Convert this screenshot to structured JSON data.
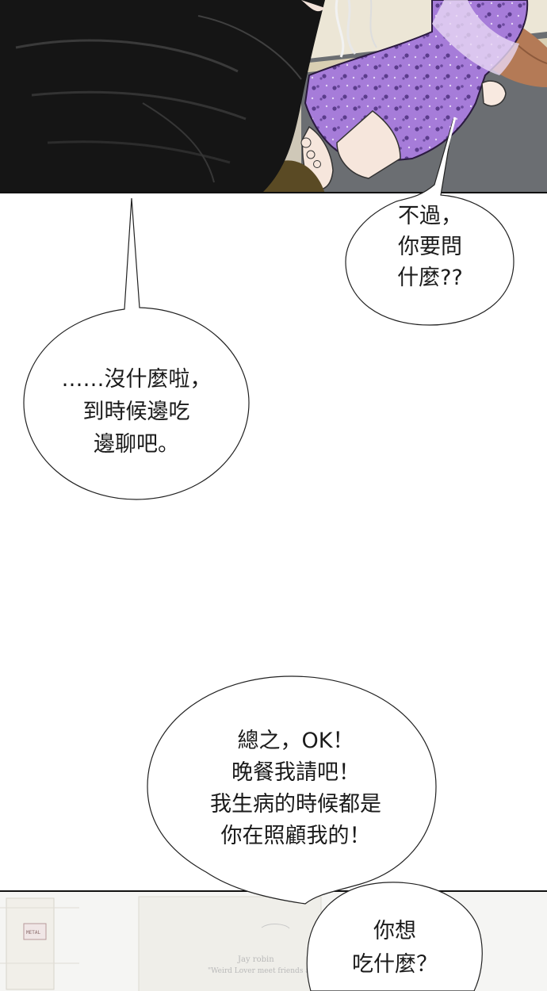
{
  "bubbles": [
    {
      "id": "bubble-1",
      "lines": [
        "不過，",
        "你要問",
        "什麼??"
      ]
    },
    {
      "id": "bubble-2",
      "lines": [
        "……沒什麼啦，",
        "到時候邊吃",
        "邊聊吧。"
      ]
    },
    {
      "id": "bubble-3",
      "lines": [
        "總之，OK！",
        "晚餐我請吧！",
        "我生病的時候都是",
        "你在照顧我的！"
      ]
    },
    {
      "id": "bubble-4",
      "lines": [
        "你想",
        "吃什麼？"
      ]
    }
  ],
  "background_signage": {
    "line1": "Jay robin",
    "line2": "\"Weird Lover meet friends at\"",
    "sign": "METAL"
  },
  "colors": {
    "dress": "#a57bd8",
    "dress_dots": "#5a3a8a",
    "jacket": "#151515",
    "floor": "#6a6d70",
    "skin": "#f6e6dc",
    "hair": "#b47a56"
  }
}
